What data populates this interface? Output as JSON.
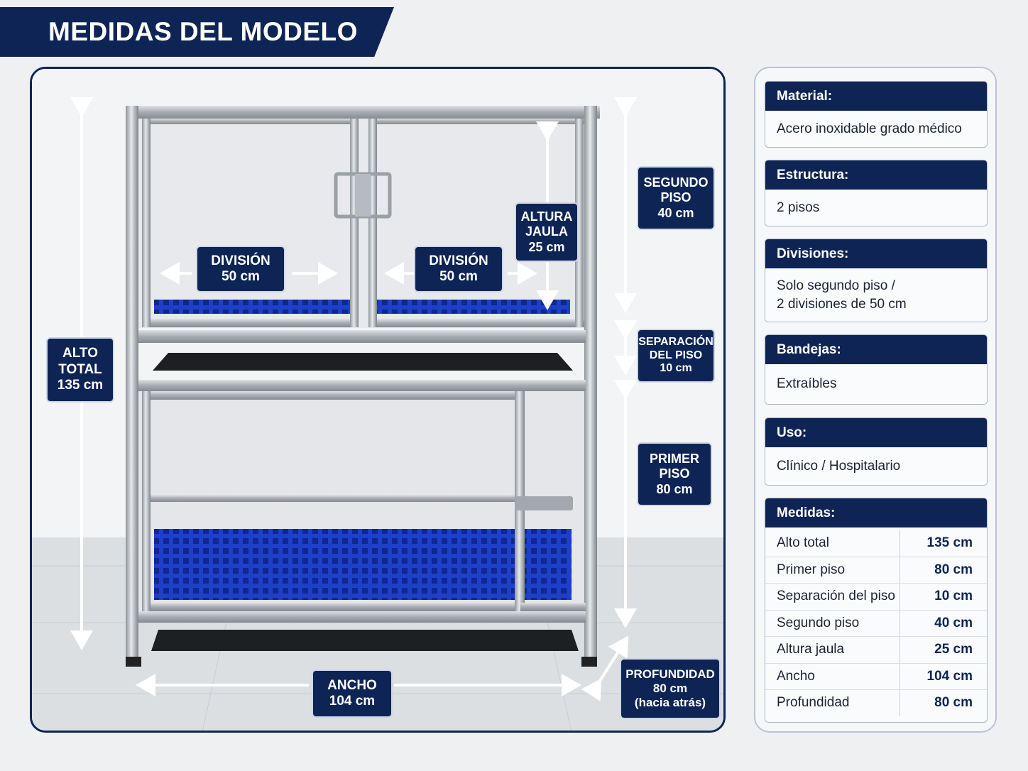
{
  "title": "MEDIDAS DEL MODELO",
  "colors": {
    "navy": "#0e2455",
    "tray_blue": "#1e3fc8",
    "steel": "#b6bbc1"
  },
  "dimension_labels": {
    "alto_total": [
      "ALTO",
      "TOTAL",
      "135 cm"
    ],
    "division_left": [
      "DIVISIÓN",
      "50 cm"
    ],
    "division_right": [
      "DIVISIÓN",
      "50 cm"
    ],
    "altura_jaula": [
      "ALTURA",
      "JAULA",
      "25 cm"
    ],
    "segundo_piso": [
      "SEGUNDO",
      "PISO",
      "40 cm"
    ],
    "separacion": [
      "SEPARACIÓN",
      "DEL PISO",
      "10 cm"
    ],
    "primer_piso": [
      "PRIMER",
      "PISO",
      "80 cm"
    ],
    "ancho": [
      "ANCHO",
      "104 cm"
    ],
    "profundidad": [
      "PROFUNDIDAD",
      "80 cm",
      "(hacia atrás)"
    ]
  },
  "specs": [
    {
      "label": "Material:",
      "lines": [
        "Acero inoxidable grado médico"
      ]
    },
    {
      "label": "Estructura:",
      "lines": [
        "2 pisos"
      ]
    },
    {
      "label": "Divisiones:",
      "lines": [
        "Solo segundo piso /",
        "2 divisiones de 50 cm"
      ]
    },
    {
      "label": "Bandejas:",
      "lines": [
        "Extraíbles"
      ]
    },
    {
      "label": "Uso:",
      "lines": [
        "Clínico / Hospitalario"
      ]
    }
  ],
  "medidas": {
    "label": "Medidas:",
    "rows": [
      {
        "name": "Alto total",
        "value": "135 cm"
      },
      {
        "name": "Primer piso",
        "value": "80 cm"
      },
      {
        "name": "Separación del piso",
        "value": "10 cm"
      },
      {
        "name": "Segundo piso",
        "value": "40 cm"
      },
      {
        "name": "Altura jaula",
        "value": "25 cm"
      },
      {
        "name": "Ancho",
        "value": "104 cm"
      },
      {
        "name": "Profundidad",
        "value": "80 cm"
      }
    ]
  }
}
